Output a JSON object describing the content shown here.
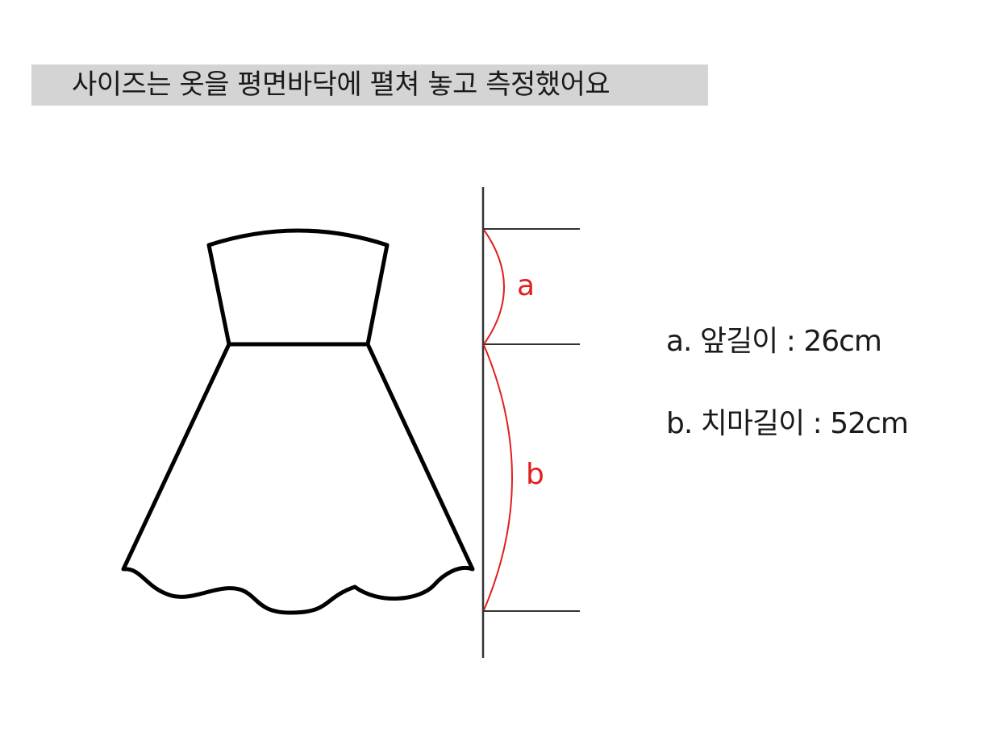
{
  "banner": {
    "text": "사이즈는 옷을 평면바닥에 펼쳐 놓고 측정했어요"
  },
  "diagram": {
    "label_a": "a",
    "label_b": "b",
    "dress_color": "#000000",
    "marker_color": "#e0201e",
    "ruler_color": "#333333"
  },
  "measurements": [
    {
      "label": "a. 앞길이 : 26cm"
    },
    {
      "label": "b. 치마길이 : 52cm"
    }
  ]
}
